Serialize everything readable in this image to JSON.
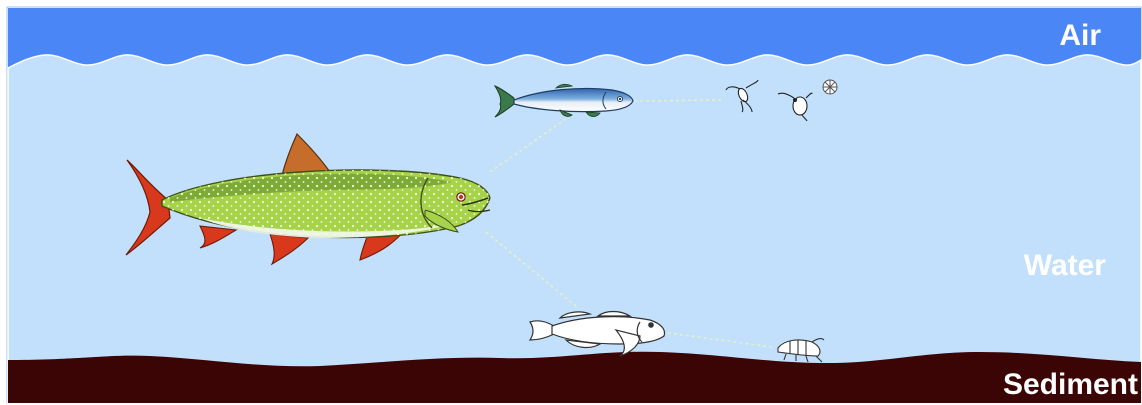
{
  "zones": {
    "air": "Air",
    "water": "Water",
    "sediment": "Sediment"
  },
  "colors": {
    "air": "#4a86f5",
    "water": "#c2e0fb",
    "sediment": "#3c0505",
    "trout_body": "#a6d34a",
    "trout_fins": "#d8391c",
    "smelt_back": "#2f6fb5",
    "feeding_lines": "#e4efc7"
  },
  "organisms": {
    "predator": "lake-trout",
    "pelagic_prey": "smelt",
    "benthic_prey": "sculpin",
    "zooplankton": [
      "copepod",
      "cladoceran",
      "diatom"
    ],
    "benthic_invertebrate": "amphipod"
  }
}
